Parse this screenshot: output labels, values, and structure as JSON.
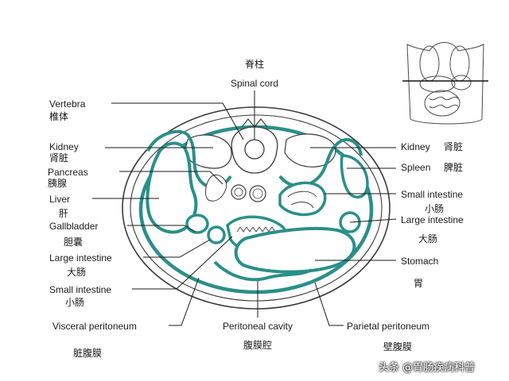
{
  "labels": {
    "spinal_cord": {
      "en": "Spinal cord",
      "zh": "脊柱"
    },
    "vertebra": {
      "en": "Vertebra",
      "zh": "椎体"
    },
    "kidney_left": {
      "en": "Kidney",
      "zh": "肾脏"
    },
    "pancreas": {
      "en": "Pancreas",
      "zh": "胰腺"
    },
    "liver": {
      "en": "Liver",
      "zh": "肝"
    },
    "gallbladder": {
      "en": "Gallbladder",
      "zh": "胆囊"
    },
    "large_intestine_left": {
      "en": "Large intestine",
      "zh": "大肠"
    },
    "small_intestine_left": {
      "en": "Small intestine",
      "zh": "小肠"
    },
    "visceral_peritoneum": {
      "en": "Visceral peritoneum",
      "zh": "脏腹膜"
    },
    "peritoneal_cavity": {
      "en": "Peritoneal cavity",
      "zh": "腹膜腔"
    },
    "parietal_peritoneum": {
      "en": "Parietal peritoneum",
      "zh": "壁腹膜"
    },
    "kidney_right": {
      "en": "Kidney",
      "zh": "肾脏"
    },
    "spleen": {
      "en": "Spleen",
      "zh": "脾脏"
    },
    "small_intestine_right": {
      "en": "Small intestine",
      "zh": "小肠"
    },
    "large_intestine_right": {
      "en": "Large intestine",
      "zh": "大肠"
    },
    "stomach": {
      "en": "Stomach",
      "zh": "胃"
    }
  },
  "watermark": "头条 @胃肠疾病科普",
  "colors": {
    "peritoneum": "#2a8f8a",
    "outline": "#3a3a3a",
    "leader": "#1a1a1a",
    "background": "#ffffff"
  }
}
